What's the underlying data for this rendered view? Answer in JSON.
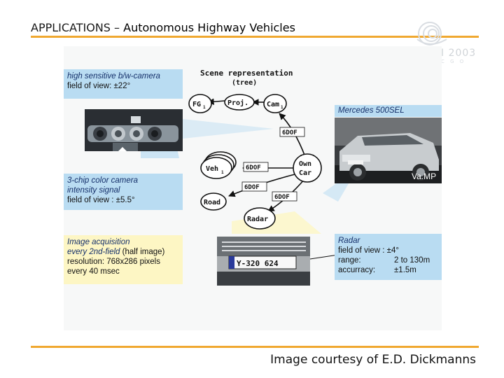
{
  "slide": {
    "title_prefix": "APPLICATIONS – ",
    "title_main": "Autonomous Highway Vehicles",
    "caption": "Image courtesy of E.D. Dickmanns",
    "logo_text": "I 2003",
    "logo_sub": "C G O"
  },
  "diagram": {
    "scene_title_1": "Scene representation",
    "scene_title_2": "(tree)",
    "nodes": {
      "fg": "FG",
      "fg_sub": "1",
      "proj": "Proj.",
      "cam": "Cam",
      "cam_sub": "1",
      "veh": "Veh",
      "veh_sub": "1",
      "own1": "Own",
      "own2": "Car",
      "road": "Road",
      "radar": "Radar"
    },
    "edges": {
      "dof_top": "6DOF",
      "dof_veh": "6DOF",
      "dof_road": "6DOF",
      "dof_radar": "6DOF"
    },
    "plate": "Y-320 624",
    "vamp": "Va.MP"
  },
  "boxes": {
    "bw_camera": {
      "line1": "high sensitive b/w-camera",
      "line2_label": "field of view: ",
      "line2_value": "±22°"
    },
    "mercedes": {
      "line1": "Mercedes 500SEL"
    },
    "color_camera": {
      "line1": "3-chip color camera",
      "line2": "intensity signal",
      "line3_label": "field of view : ",
      "line3_value": "±5.5°"
    },
    "acquisition": {
      "line1": "Image acquisition",
      "line2_a": "every 2nd-field",
      "line2_b": " (half image)",
      "line3_label": "resolution: ",
      "line3_value": "768x286 pixels",
      "line4": "every 40 msec"
    },
    "radar": {
      "line1": "Radar",
      "line2_label": "field of view : ",
      "line2_value": "±4°",
      "line3_label": "range: ",
      "line3_value": "2 to 130m",
      "line4_label": "accurracy: ",
      "line4_value": "±1.5m"
    }
  },
  "colors": {
    "accent_rule": "#f0a830",
    "blue_box": "#b9dcf2",
    "yellow_box": "#fdf6c4"
  }
}
